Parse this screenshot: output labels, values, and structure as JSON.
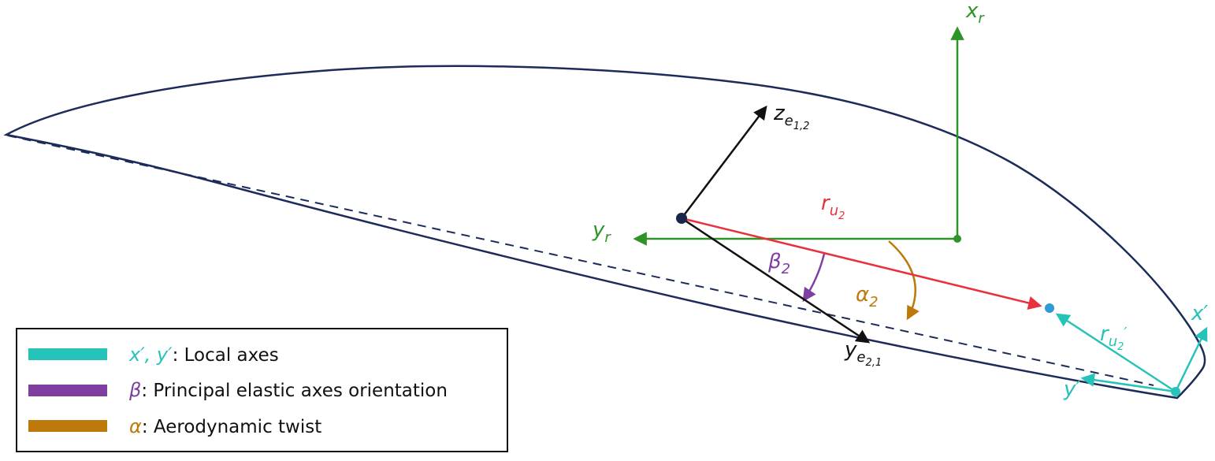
{
  "colors": {
    "airfoil_outline": "#1c2b5a",
    "reference_axes_green": "#2e9428",
    "vector_red": "#e8313d",
    "local_axes_teal": "#25c3b8",
    "beta_purple": "#7e3fa0",
    "alpha_orange": "#bd7909",
    "elastic_axes_black": "#111111",
    "deformed_point_blue": "#2e9bd6",
    "elastic_origin_navy": "#1a2748"
  },
  "labels": {
    "x_r": {
      "main": "x",
      "sub": "r"
    },
    "y_r": {
      "main": "y",
      "sub": "r"
    },
    "z_e12": {
      "main": "z",
      "sub": "e",
      "subsub": "1,2"
    },
    "y_e21": {
      "main": "y",
      "sub": "e",
      "subsub": "2,1"
    },
    "r_u2": {
      "main": "r",
      "sub": "u",
      "subsub": "2"
    },
    "r_u2_prime": {
      "main": "r",
      "sub": "u",
      "subsub": "2",
      "prime": "′"
    },
    "x_prime": {
      "main": "x′"
    },
    "y_prime": {
      "main": "y′"
    },
    "beta_2": {
      "main": "β",
      "sub": "2"
    },
    "alpha_2": {
      "main": "α",
      "sub": "2"
    }
  },
  "legend": {
    "items": [
      {
        "symbol": "x′, y′",
        "text": ": Local axes"
      },
      {
        "symbol": "β",
        "text": ": Principal elastic axes orientation"
      },
      {
        "symbol": "α",
        "text": ": Aerodynamic twist"
      }
    ]
  }
}
